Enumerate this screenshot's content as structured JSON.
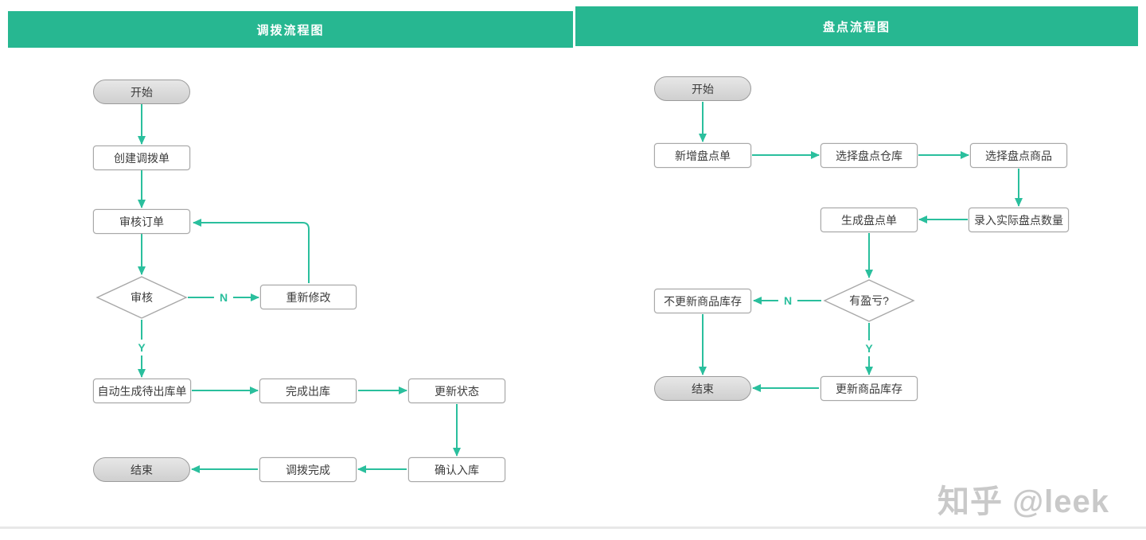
{
  "left": {
    "title": "调拨流程图",
    "nodes": {
      "start": "开始",
      "create_order": "创建调拨单",
      "review_order": "审核订单",
      "review_decision": "审核",
      "remodify": "重新修改",
      "auto_outbound": "自动生成待出库单",
      "complete_outbound": "完成出库",
      "update_status": "更新状态",
      "confirm_inbound": "确认入库",
      "transfer_complete": "调拨完成",
      "end": "结束"
    },
    "labels": {
      "no": "N",
      "yes": "Y"
    }
  },
  "right": {
    "title": "盘点流程图",
    "nodes": {
      "start": "开始",
      "new_count_order": "新增盘点单",
      "select_warehouse": "选择盘点仓库",
      "select_goods": "选择盘点商品",
      "enter_actual_qty": "录入实际盘点数量",
      "generate_count_order": "生成盘点单",
      "profit_loss_decision": "有盈亏?",
      "no_update_stock": "不更新商品库存",
      "update_stock": "更新商品库存",
      "end": "结束"
    },
    "labels": {
      "no": "N",
      "yes": "Y"
    }
  },
  "watermark": "知乎 @leek",
  "colors": {
    "header": "#27b791",
    "arrow": "#2abf9d",
    "border": "#a8a8a8"
  }
}
